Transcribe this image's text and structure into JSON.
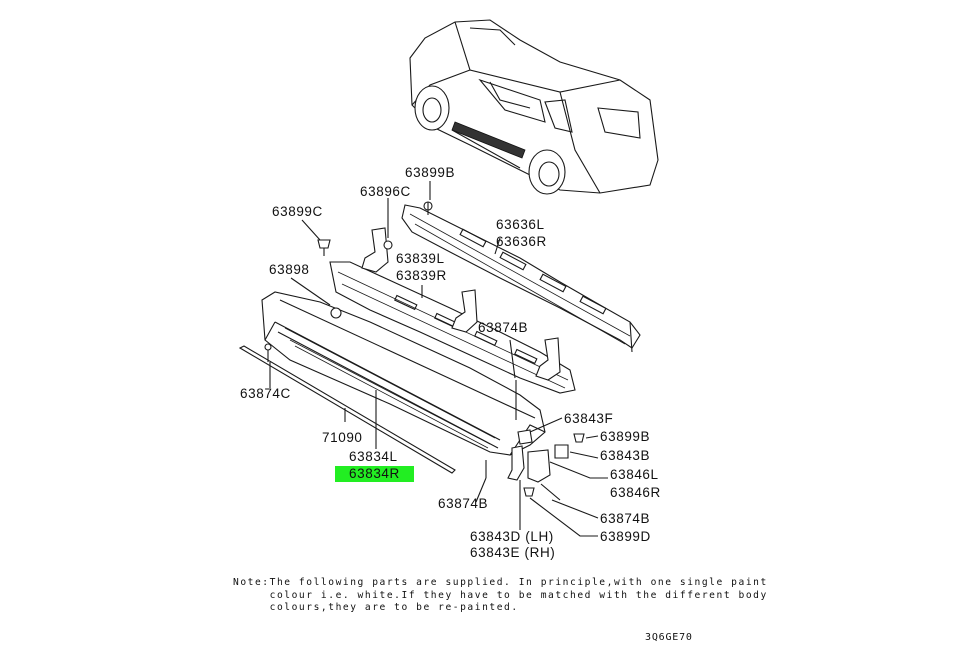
{
  "diagram": {
    "labels": {
      "p63899B_top": "63899B",
      "p63896C": "63896C",
      "p63899C": "63899C",
      "p63636L": "63636L",
      "p63636R": "63636R",
      "p63898": "63898",
      "p63839L": "63839L",
      "p63839R": "63839R",
      "p63874B_mid": "63874B",
      "p63874C": "63874C",
      "p63843F": "63843F",
      "p71090": "71090",
      "p63899B_right": "63899B",
      "p63834L": "63834L",
      "p63834R": "63834R",
      "p63843B": "63843B",
      "p63846L": "63846L",
      "p63846R": "63846R",
      "p63874B_low": "63874B",
      "p63874B_right": "63874B",
      "p63843D": "63843D (LH)",
      "p63843E": "63843E (RH)",
      "p63899D": "63899D"
    },
    "highlight_color": "#22ee22",
    "note_lines": [
      "Note:The following parts are supplied. In principle,with one single paint",
      "     colour i.e. white.If they have to be matched with the different body",
      "     colours,they are to be re-painted."
    ],
    "diagram_code": "3Q6GE70"
  }
}
